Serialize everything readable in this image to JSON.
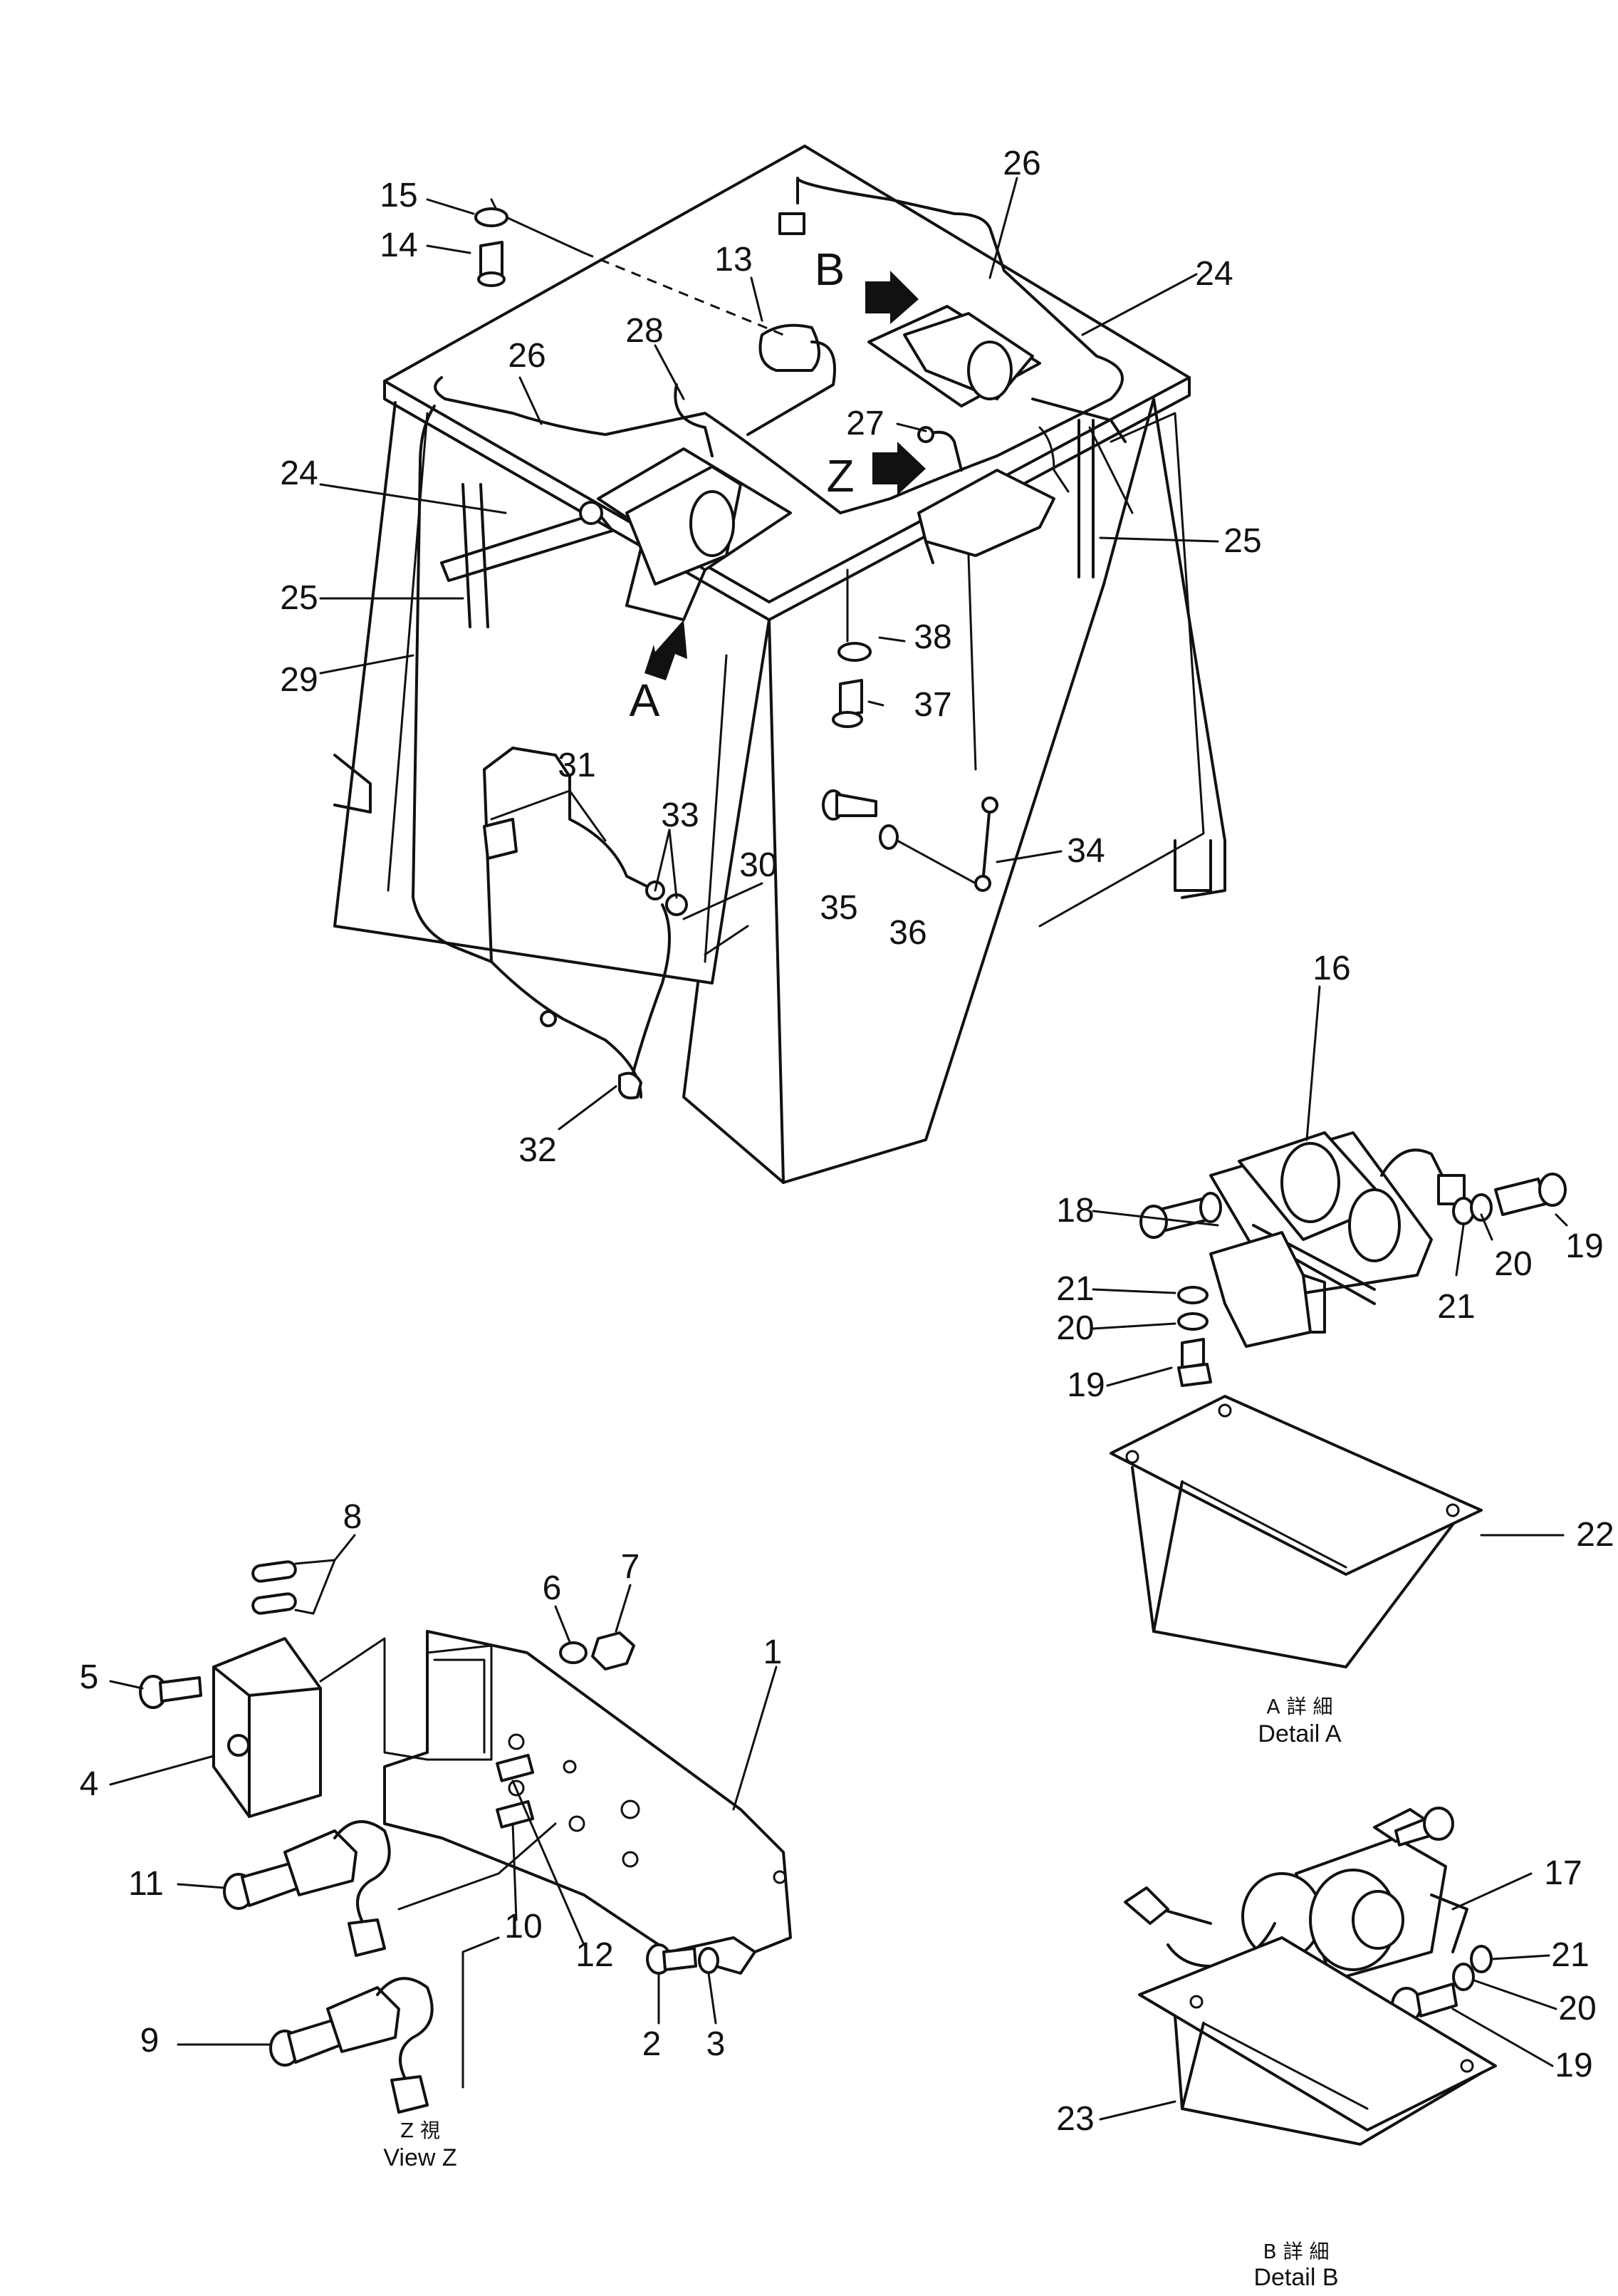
{
  "part_numbers": {
    "n1": "1",
    "n2": "2",
    "n3": "3",
    "n4": "4",
    "n5": "5",
    "n6": "6",
    "n7": "7",
    "n8": "8",
    "n9": "9",
    "n10": "10",
    "n11": "11",
    "n12": "12",
    "n13": "13",
    "n14": "14",
    "n15": "15",
    "n16": "16",
    "n17": "17",
    "n18": "18",
    "n19": "19",
    "n20": "20",
    "n21": "21",
    "n22": "22",
    "n23": "23",
    "n24": "24",
    "n25": "25",
    "n26": "26",
    "n27": "27",
    "n28": "28",
    "n29": "29",
    "n30": "30",
    "n31": "31",
    "n32": "32",
    "n33": "33",
    "n34": "34",
    "n35": "35",
    "n36": "36",
    "n37": "37",
    "n38": "38"
  },
  "view_markers": {
    "a": "A",
    "b": "B",
    "z": "Z"
  },
  "captions": {
    "detail_a": {
      "jp": "A 詳 細",
      "en": "Detail A"
    },
    "detail_b": {
      "jp": "B 詳 細",
      "en": "Detail B"
    },
    "view_z": {
      "jp": "Z 視",
      "en": "View Z"
    }
  }
}
